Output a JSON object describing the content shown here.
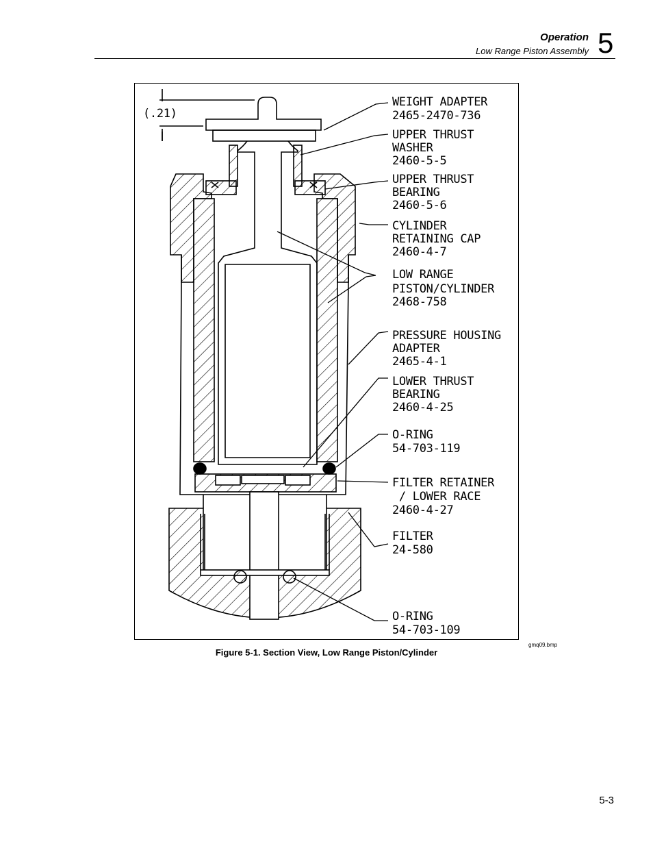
{
  "header": {
    "section_title": "Operation",
    "subsection_title": "Low Range Piston Assembly",
    "chapter_number": "5"
  },
  "figure": {
    "dimension_label": "(.21)",
    "parts": [
      {
        "name": "weight-adapter",
        "lines": [
          "WEIGHT ADAPTER",
          "2465-2470-736"
        ]
      },
      {
        "name": "upper-thrust-washer",
        "lines": [
          "UPPER THRUST",
          "WASHER",
          "2460-5-5"
        ]
      },
      {
        "name": "upper-thrust-bearing",
        "lines": [
          "UPPER THRUST",
          "BEARING",
          "2460-5-6"
        ]
      },
      {
        "name": "cylinder-retaining-cap",
        "lines": [
          "CYLINDER",
          "RETAINING CAP",
          "2460-4-7"
        ]
      },
      {
        "name": "low-range-piston-cylinder",
        "lines": [
          "LOW RANGE",
          "PISTON/CYLINDER",
          "2468-758"
        ]
      },
      {
        "name": "pressure-housing-adapter",
        "lines": [
          "PRESSURE HOUSING",
          "ADAPTER",
          "2465-4-1"
        ]
      },
      {
        "name": "lower-thrust-bearing",
        "lines": [
          "LOWER THRUST",
          "BEARING",
          "2460-4-25"
        ]
      },
      {
        "name": "o-ring-119",
        "lines": [
          "O-RING",
          "54-703-119"
        ]
      },
      {
        "name": "filter-retainer",
        "lines": [
          "FILTER RETAINER",
          " / LOWER RACE",
          "2460-4-27"
        ]
      },
      {
        "name": "filter",
        "lines": [
          "FILTER",
          "24-580"
        ]
      },
      {
        "name": "o-ring-109",
        "lines": [
          "O-RING",
          "54-703-109"
        ]
      }
    ],
    "source_file": "gmq09.bmp",
    "caption": "Figure 5-1. Section View, Low Range Piston/Cylinder"
  },
  "footer": {
    "page_number": "5-3"
  }
}
